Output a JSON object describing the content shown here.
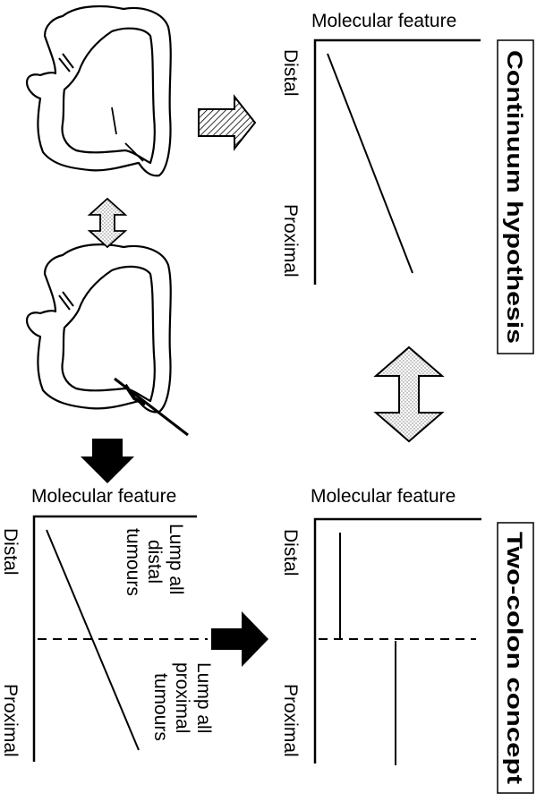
{
  "top_chart": {
    "x_axis_label": "Molecular feature",
    "y_top_label": "Distal",
    "y_bottom_label": "Proximal"
  },
  "continuum_box": {
    "label": "Continuum hypothesis"
  },
  "bottom_left_chart": {
    "x_axis_label": "Molecular feature",
    "y_top_label": "Distal",
    "y_bottom_label": "Proximal",
    "annotation_distal": [
      "Lump all",
      "distal",
      "tumours"
    ],
    "annotation_proximal": [
      "Lump all",
      "proximal",
      "tumours"
    ]
  },
  "bottom_right_chart": {
    "x_axis_label": "Molecular feature",
    "y_top_label": "Distal",
    "y_bottom_label": "Proximal"
  },
  "two_colon_box": {
    "label": "Two-colon concept"
  },
  "colors": {
    "stroke": "#000000",
    "background": "#ffffff",
    "fill_dots": "#e6e6e6"
  }
}
